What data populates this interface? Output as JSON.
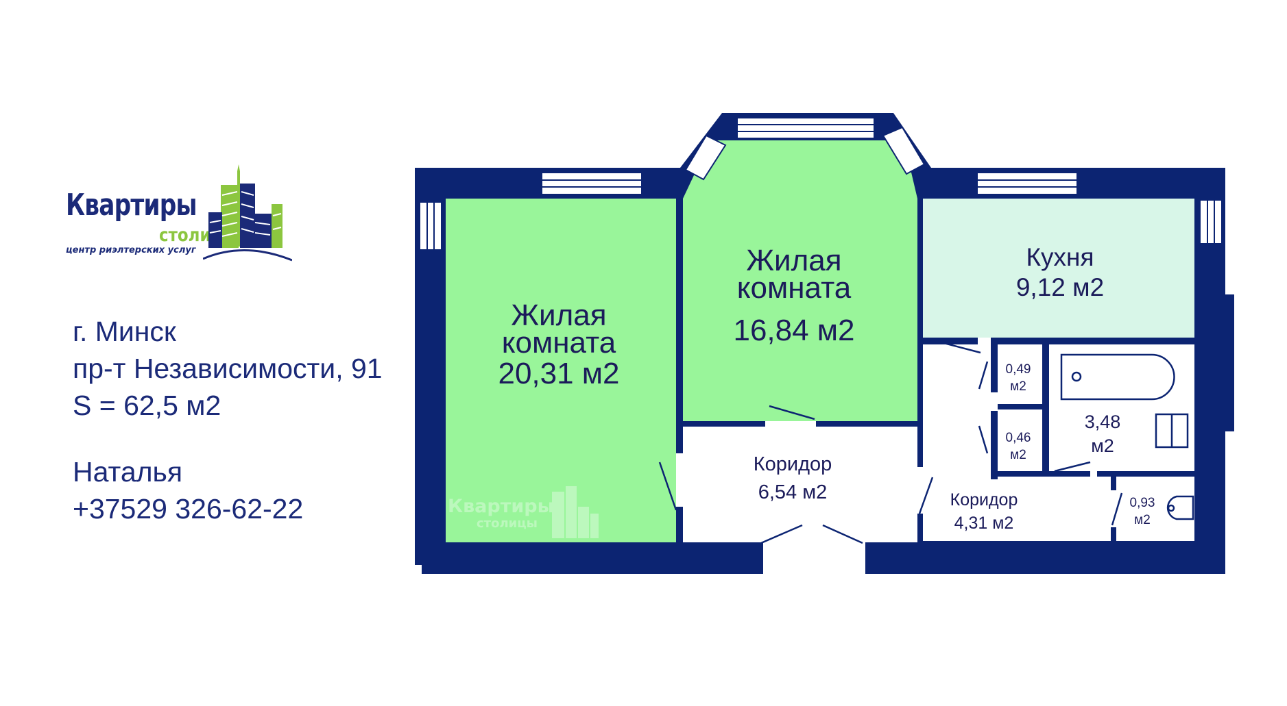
{
  "logo": {
    "title": "Квартиры",
    "subtitle": "столицы",
    "tagline": "центр риэлтерских услуг"
  },
  "listing": {
    "city": "г. Минск",
    "street": "пр-т Независимости, 91",
    "area": "S = 62,5 м2",
    "contact_name": "Наталья",
    "phone": "+37529 326-62-22"
  },
  "rooms": {
    "living_1": {
      "title_1": "Жилая",
      "title_2": "комната",
      "area": "20,31 м2"
    },
    "living_2": {
      "title_1": "Жилая",
      "title_2": "комната",
      "area": "16,84 м2"
    },
    "kitchen": {
      "title": "Кухня",
      "area": "9,12 м2"
    },
    "corridor_1": {
      "title": "Коридор",
      "area": "6,54 м2"
    },
    "corridor_2": {
      "title": "Коридор",
      "area": "4,31 м2"
    },
    "closet_1": {
      "value": "0,49",
      "unit": "м2"
    },
    "closet_2": {
      "value": "0,46",
      "unit": "м2"
    },
    "bathroom": {
      "value": "3,48",
      "unit": "м2"
    },
    "toilet": {
      "value": "0,93",
      "unit": "м2"
    }
  },
  "watermark": {
    "title": "Квартиры",
    "subtitle": "столицы"
  },
  "colors": {
    "wall": "#0c2472",
    "living": "#99f59a",
    "kitchen": "#d8f6e8",
    "text": "#1b2a78",
    "brand_green": "#8cc63f"
  }
}
